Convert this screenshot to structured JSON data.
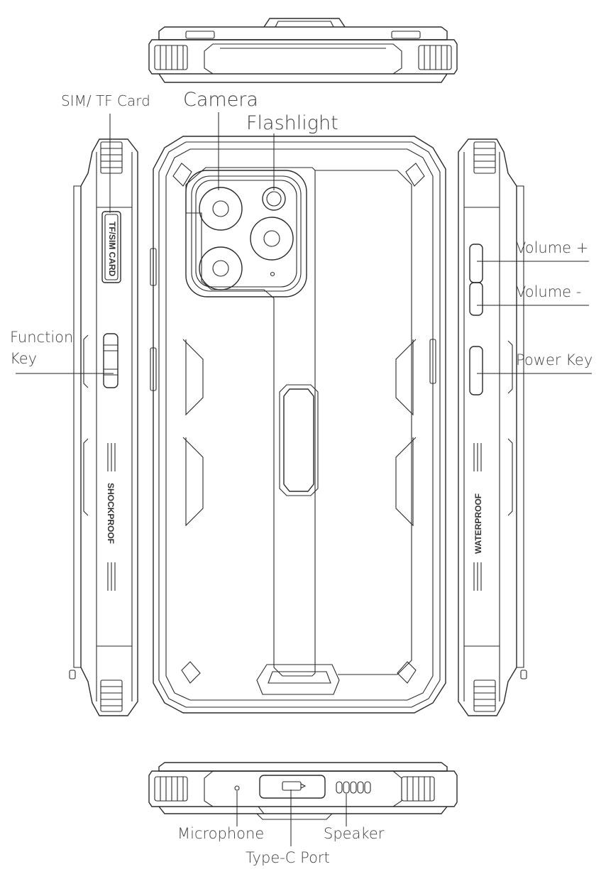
{
  "labels": {
    "sim_tf_card": "SIM/ TF Card",
    "camera": "Camera",
    "flashlight": "Flashlight",
    "volume_up": "Volume +",
    "volume_down": "Volume -",
    "function_key_line1": "Function",
    "function_key_line2": "Key",
    "power_key": "Power Key",
    "microphone": "Microphone",
    "type_c_port": "Type-C Port",
    "speaker": "Speaker"
  },
  "embossed": {
    "tray_text": "TF/SIM CARD",
    "left_side_text": "SHOCKPROOF",
    "right_side_text": "WATERPROOF"
  },
  "colors": {
    "line": "#2a2a2a",
    "label_text": "#444444",
    "background": "#ffffff"
  }
}
